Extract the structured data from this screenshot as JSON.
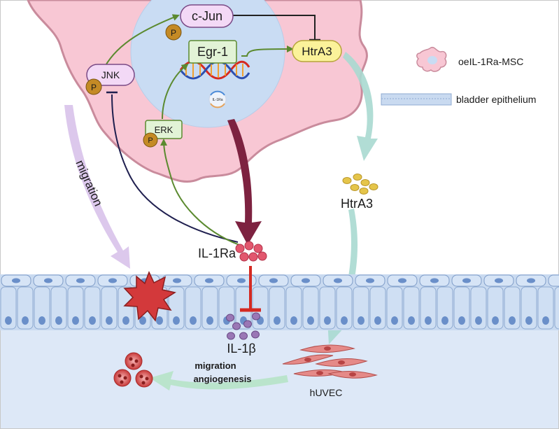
{
  "nodes": {
    "c_jun": "c-Jun",
    "egr1": "Egr-1",
    "htra3_gene": "HtrA3",
    "jnk": "JNK",
    "erk": "ERK",
    "phospho": "P",
    "il1ra_plasmid": "IL-1Ra"
  },
  "labels": {
    "htra3_protein": "HtrA3",
    "il1ra": "IL-1Ra",
    "il1b": "IL-1β",
    "migration_arrow": "migration",
    "outcome_line1": "migration",
    "outcome_line2": "angiogenesis",
    "huvec": "hUVEC"
  },
  "legend": {
    "msc": "oeIL-1Ra-MSC",
    "epithelium": "bladder epithelium"
  },
  "colors": {
    "cell_fill": "#f8c7d4",
    "cell_border": "#c98b9c",
    "nucleus": "#c9dcf3",
    "activation": "#5b8a2f",
    "inhibition_dark": "#1f1f4f",
    "il1ra_arrow": "#7d2240",
    "block_red": "#d42a22",
    "htra3_arrow": "#a9d9d0",
    "migration_arrow": "#d8c2ea",
    "phospho": "#c48a25",
    "htra3_dots": "#e5c54a",
    "il1ra_dots": "#e2576e",
    "il1b_dots": "#9a77b5",
    "epithelium": "#c9daf0",
    "submucosa": "#dde8f7",
    "rbc": "#d34a4a",
    "huvec": "#e58a88"
  }
}
